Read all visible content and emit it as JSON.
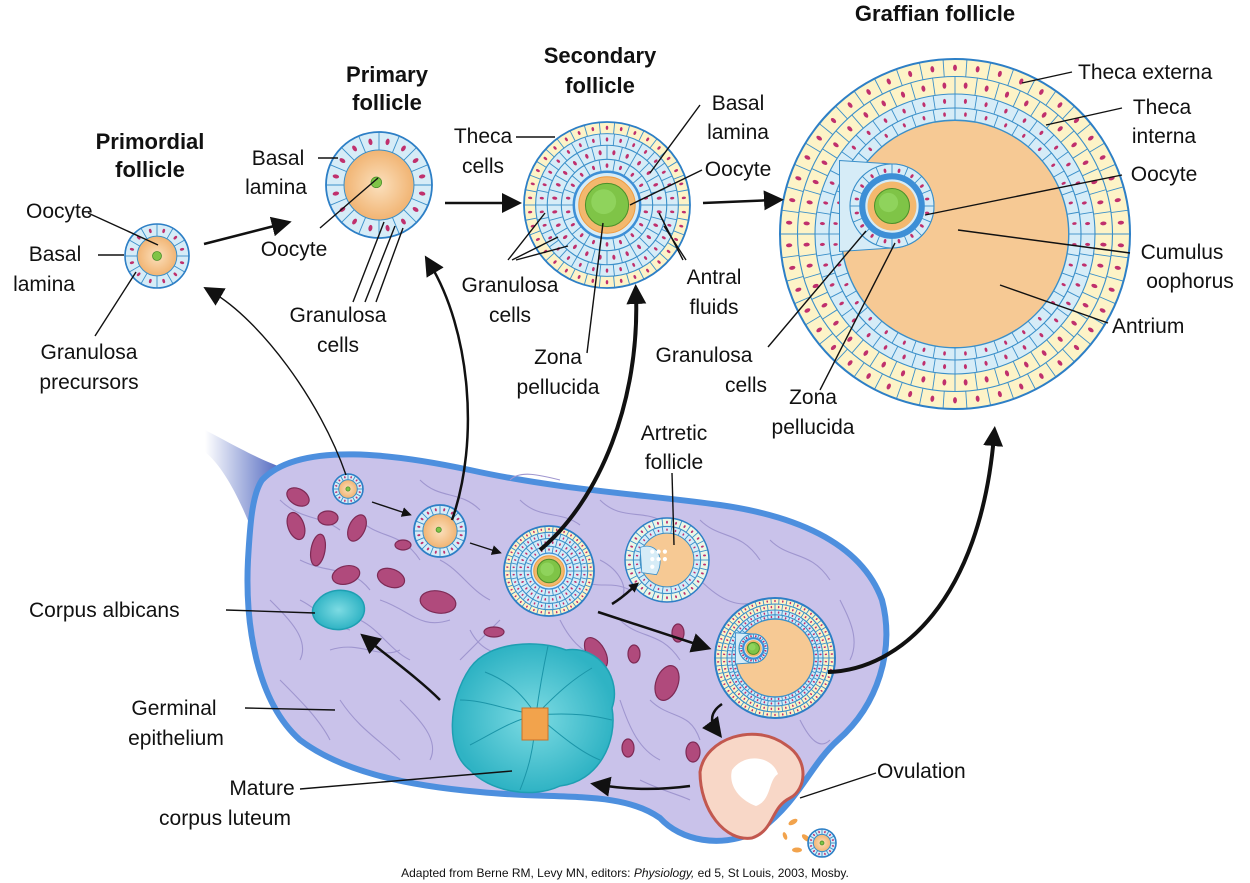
{
  "titles": {
    "primordial": [
      "Primordial",
      "follicle"
    ],
    "primary": [
      "Primary",
      "follicle"
    ],
    "secondary": [
      "Secondary",
      "follicle"
    ],
    "graffian": "Graffian follicle"
  },
  "labels": {
    "primordial_oocyte": "Oocyte",
    "primordial_basal": [
      "Basal",
      "lamina"
    ],
    "granulosa_precursors": [
      "Granulosa",
      "precursors"
    ],
    "primary_basal": [
      "Basal",
      "lamina"
    ],
    "primary_oocyte": "Oocyte",
    "primary_granulosa": [
      "Granulosa",
      "cells"
    ],
    "theca_cells": [
      "Theca",
      "cells"
    ],
    "secondary_basal": [
      "Basal",
      "lamina"
    ],
    "secondary_oocyte": "Oocyte",
    "secondary_granulosa": [
      "Granulosa",
      "cells"
    ],
    "antral_fluids": [
      "Antral",
      "fluids"
    ],
    "zona_pellucida_secondary": [
      "Zona",
      "pellucida"
    ],
    "theca_externa": "Theca externa",
    "theca_interna": [
      "Theca",
      "interna"
    ],
    "graffian_oocyte": "Oocyte",
    "cumulus_oophorus": [
      "Cumulus",
      "oophorus"
    ],
    "antrium": "Antrium",
    "graffian_granulosa": [
      "Granulosa",
      "cells"
    ],
    "zona_pellucida_graffian": [
      "Zona",
      "pellucida"
    ],
    "artretic_follicle": [
      "Artretic",
      "follicle"
    ],
    "corpus_albicans": "Corpus albicans",
    "germinal_epithelium": [
      "Germinal",
      "epithelium"
    ],
    "mature_corpus_luteum": [
      "Mature",
      "corpus luteum"
    ],
    "ovulation": "Ovulation"
  },
  "caption": {
    "before": "Adapted from Berne RM, Levy MN, editors: ",
    "italic": "Physiology,",
    "after": " ed 5, St Louis, 2003, Mosby."
  },
  "colors": {
    "theca": "#fdf3c7",
    "granulosa": "#d6ecf7",
    "nucleus": "#c0306d",
    "oocyte": "#f6c994",
    "oocyte_nucleus": "#7fc447",
    "zona": "#3d8fd6",
    "ovary": "#c9c2ea",
    "ovary_border": "#4d8fde",
    "corpus": "#4cc6d2",
    "lesion": "#b04a7c"
  }
}
